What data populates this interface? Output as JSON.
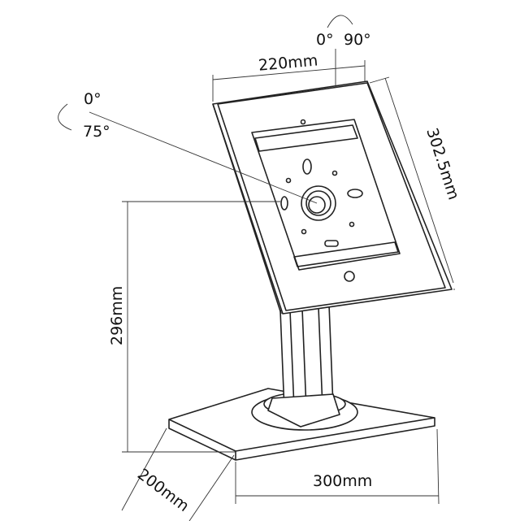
{
  "dimensions": {
    "width": "220mm",
    "height": "302.5mm",
    "stand_height": "296mm",
    "base_width": "300mm",
    "base_depth": "200mm"
  },
  "rotation": {
    "swivel_start": "0°",
    "swivel_end": "90°",
    "tilt_start": "0°",
    "tilt_end": "75°"
  }
}
